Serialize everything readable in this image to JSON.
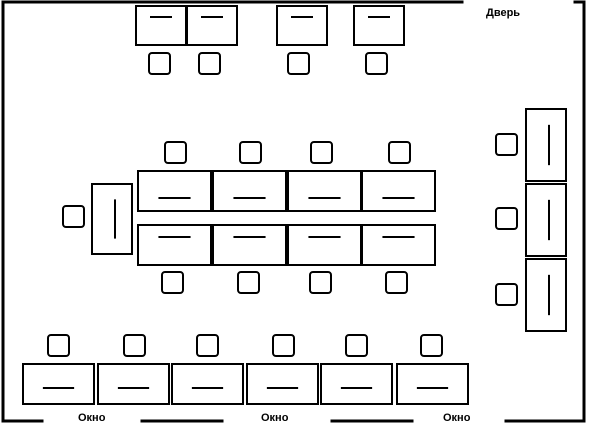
{
  "labels": {
    "door": "Дверь",
    "window_1": "Окно",
    "window_2": "Окно",
    "window_3": "Окно"
  },
  "colors": {
    "ink": "#000000",
    "paper": "#ffffff"
  }
}
